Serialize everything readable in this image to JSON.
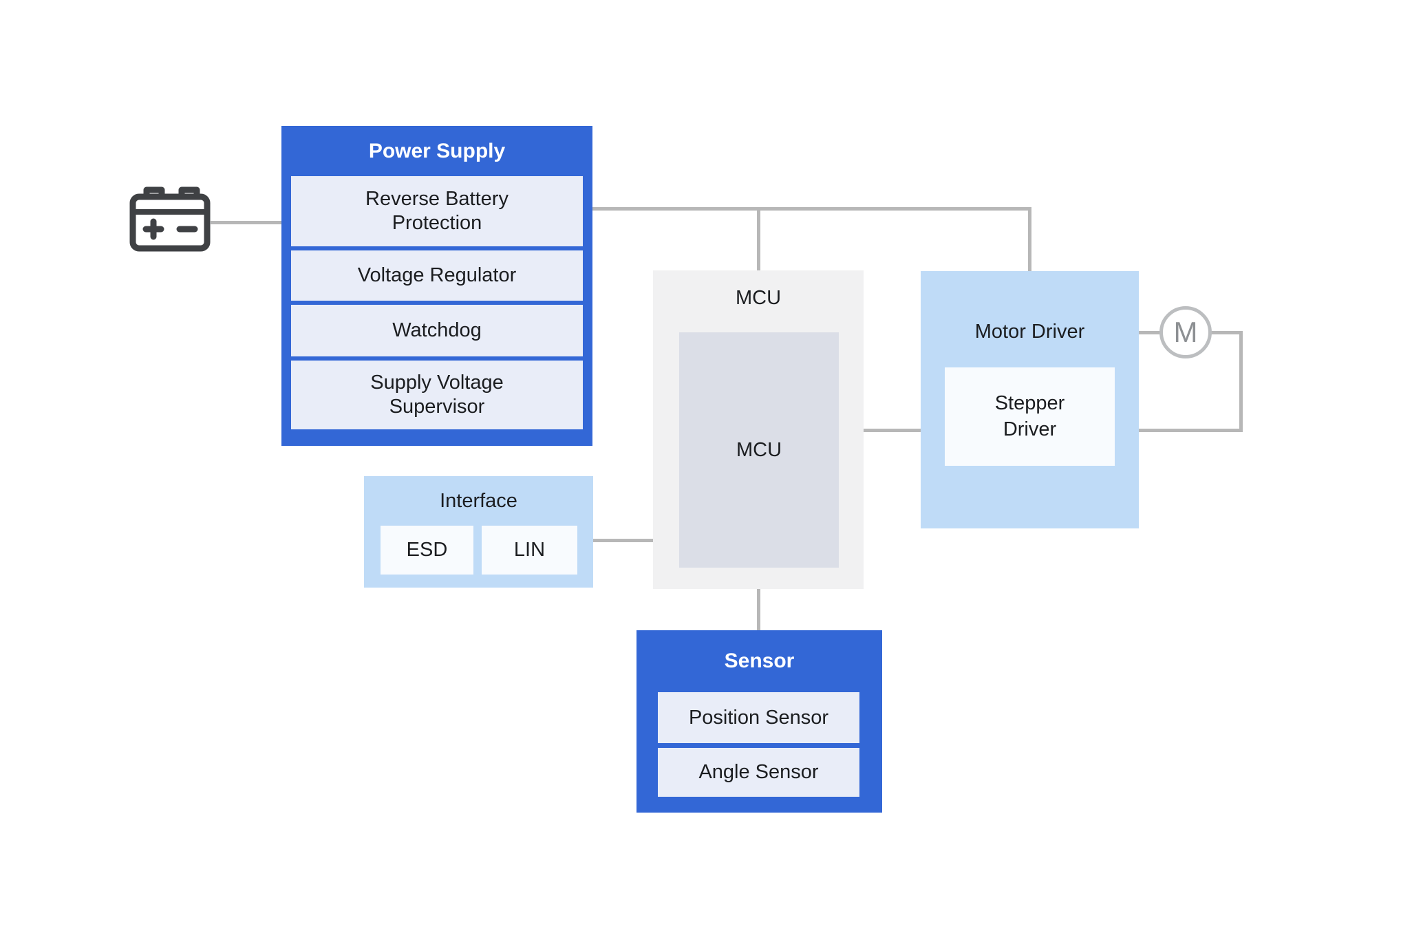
{
  "diagram": {
    "power_supply": {
      "title": "Power Supply",
      "items": [
        "Reverse Battery Protection",
        "Voltage Regulator",
        "Watchdog",
        "Supply Voltage Supervisor"
      ]
    },
    "mcu": {
      "title": "MCU",
      "core_label": "MCU"
    },
    "motor_driver": {
      "title": "Motor Driver",
      "sub_label": "Stepper Driver"
    },
    "interface": {
      "title": "Interface",
      "items": [
        "ESD",
        "LIN"
      ]
    },
    "sensor": {
      "title": "Sensor",
      "items": [
        "Position Sensor",
        "Angle Sensor"
      ]
    },
    "motor": {
      "label": "M"
    },
    "icons": {
      "battery": "car-battery-icon",
      "motor": "motor-circle-symbol"
    },
    "colors": {
      "primary_blue": "#3367d6",
      "light_blue": "#bfdbf7",
      "row_lavender": "#e9edf8",
      "sub_white": "#f8fbfe",
      "mcu_outer_gray": "#f1f1f2",
      "mcu_inner_gray": "#dbdee7",
      "wire_gray": "#b7b7b7",
      "icon_dark": "#3f4144"
    }
  }
}
